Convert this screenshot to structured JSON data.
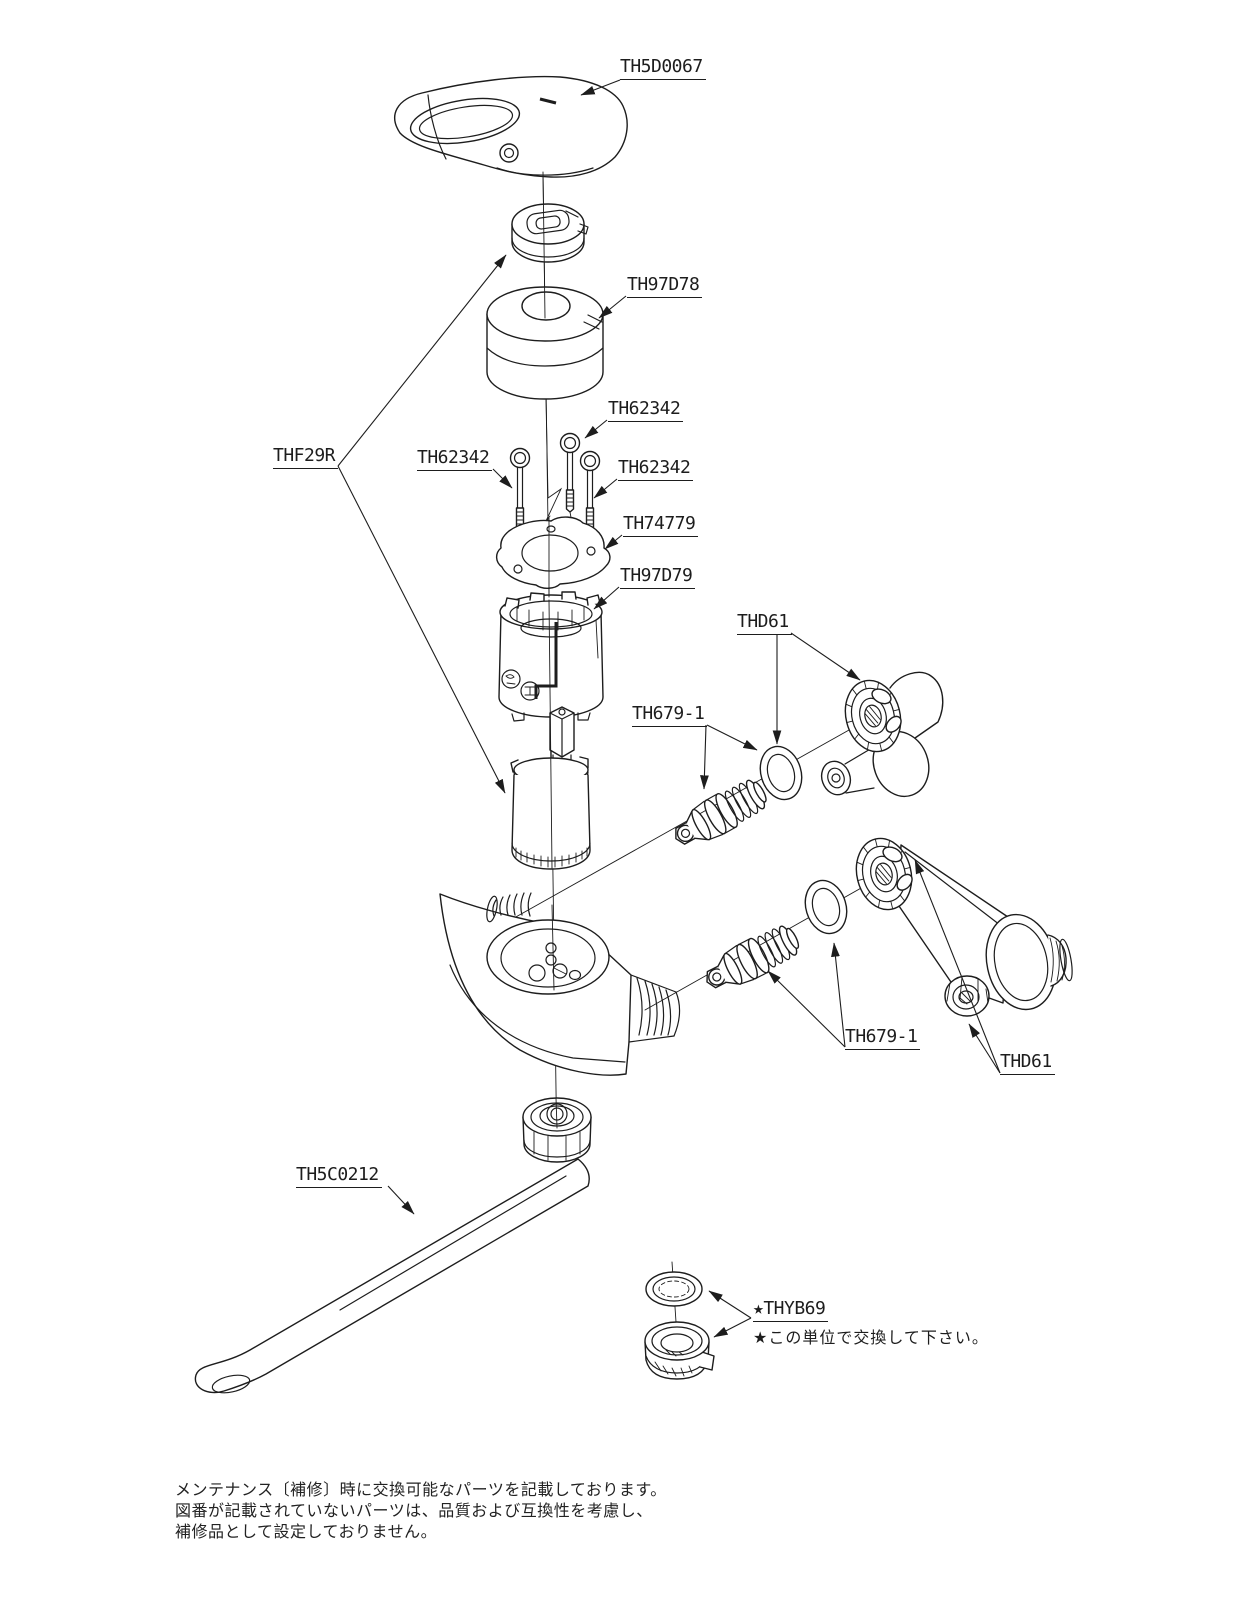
{
  "page": {
    "background": "#ffffff",
    "line_color": "#1d1d1d",
    "description": "Exploded parts diagram of a single-lever wall-mount faucet"
  },
  "part_labels": {
    "handle": "TH5D0067",
    "index_cap_and_cartridge": "THF29R",
    "cover": "TH97D78",
    "screw_top": "TH62342",
    "screw_left": "TH62342",
    "screw_right": "TH62342",
    "guide_plate": "TH74779",
    "housing": "TH97D79",
    "connector_upper": "THD61",
    "connector_lower": "THD61",
    "check_valve_upper": "TH679-1",
    "check_valve_lower": "TH679-1",
    "spout": "TH5C0212",
    "aerator": "★THYB69"
  },
  "annotations": {
    "aerator_replacement_note": "★この単位で交換して下さい。",
    "footer_lines": [
      "メンテナンス〔補修〕時に交換可能なパーツを記載しております。",
      "図番が記載されていないパーツは、品質および互換性を考慮し、",
      "補修品として設定しておりません。"
    ]
  }
}
